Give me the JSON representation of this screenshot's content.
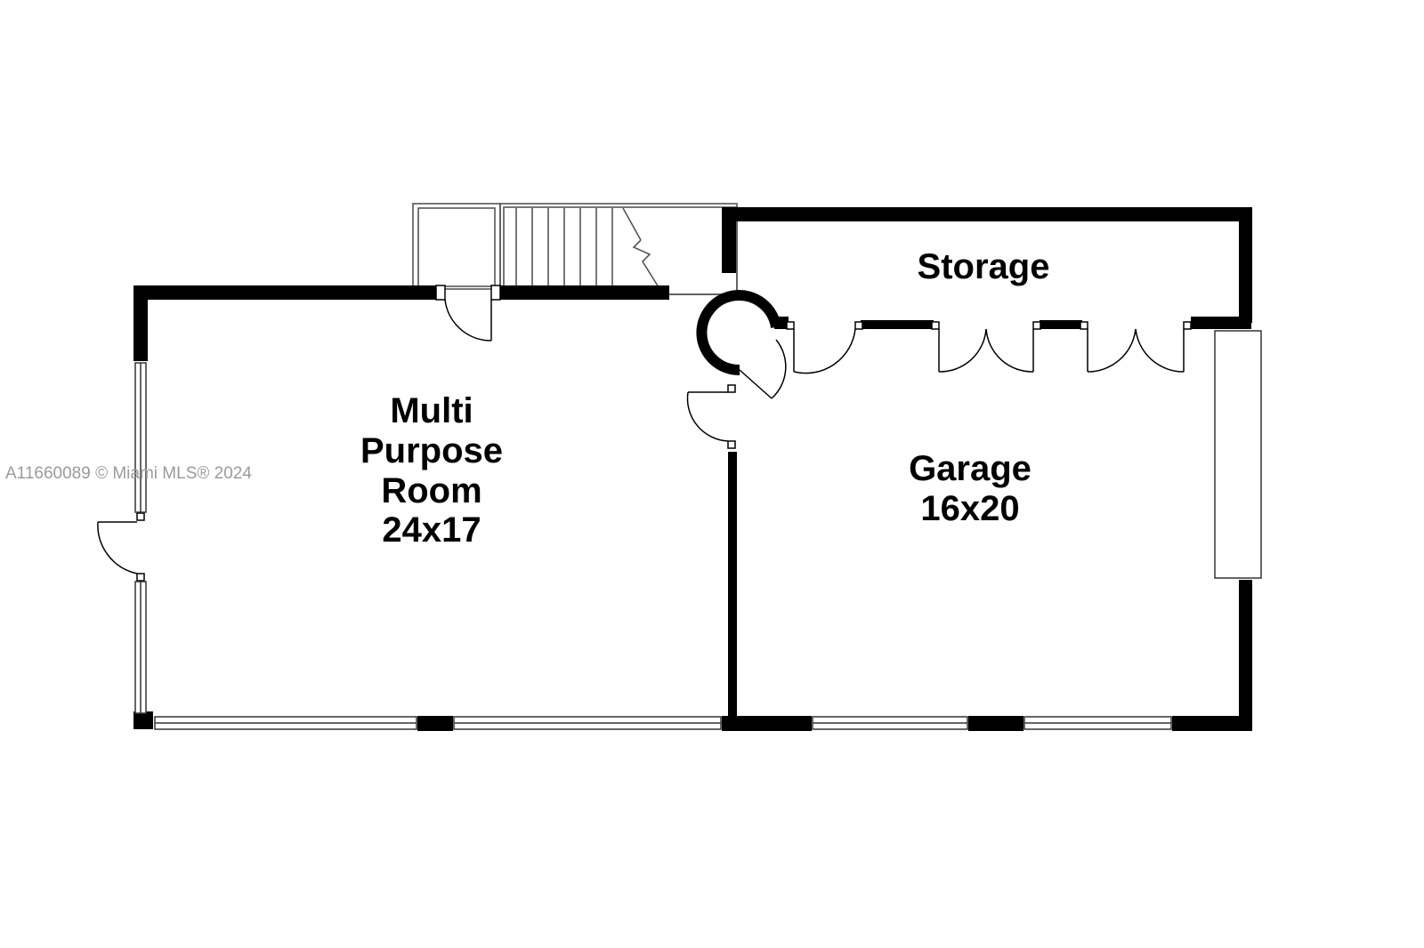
{
  "rooms": {
    "multi_purpose": {
      "line1": "Multi",
      "line2": "Purpose",
      "line3": "Room",
      "dimensions": "24x17"
    },
    "garage": {
      "line1": "Garage",
      "dimensions": "16x20"
    },
    "storage": {
      "name": "Storage"
    }
  },
  "watermark": "A11660089 © Miami MLS® 2024",
  "colors": {
    "wall": "#000000",
    "background": "#ffffff",
    "fixture_outline": "#555555",
    "watermark": "#9a9a9a"
  }
}
